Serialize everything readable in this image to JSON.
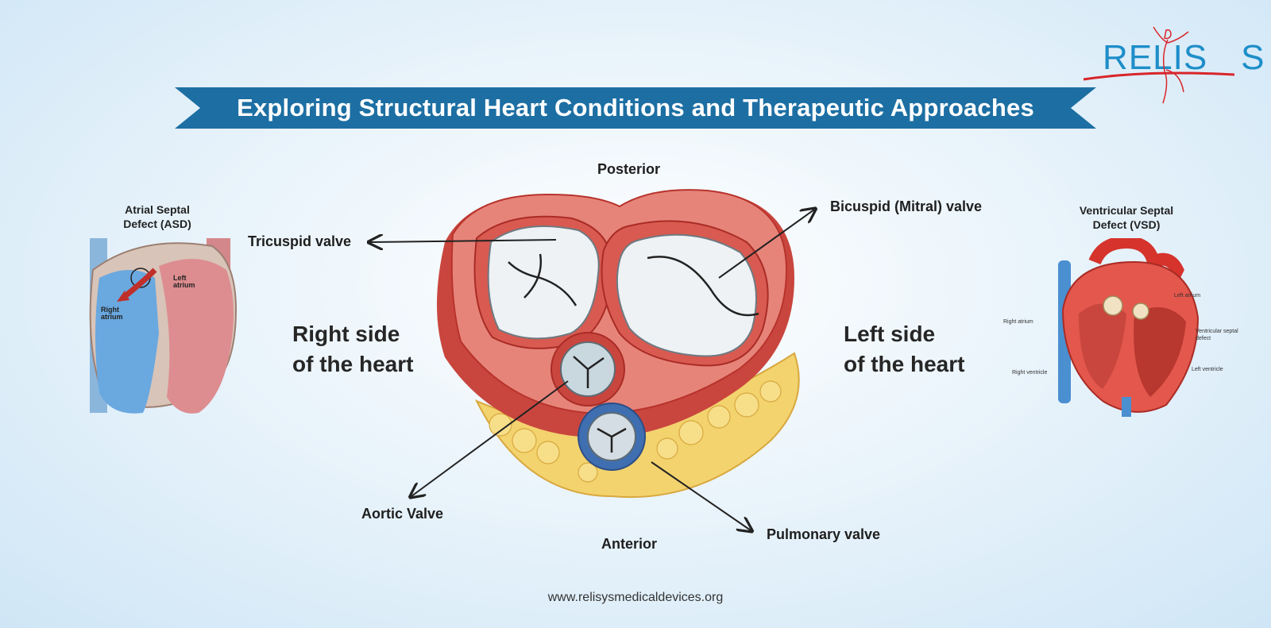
{
  "title": "Exploring Structural Heart Conditions and Therapeutic Approaches",
  "logo": {
    "text_left": "RELIS",
    "text_right": "S",
    "color": "#1e8ec9",
    "accent": "#d9252a"
  },
  "banner_color": "#1d6fa3",
  "orientation": {
    "posterior": "Posterior",
    "anterior": "Anterior"
  },
  "sides": {
    "right": [
      "Right side",
      "of the heart"
    ],
    "left": [
      "Left side",
      "of the heart"
    ]
  },
  "valves": {
    "tricuspid": "Tricuspid valve",
    "mitral": "Bicuspid (Mitral) valve",
    "aortic": "Aortic Valve",
    "pulmonary": "Pulmonary valve"
  },
  "asd": {
    "title": [
      "Atrial Septal",
      "Defect (ASD)"
    ],
    "left_atrium": [
      "Left",
      "atrium"
    ],
    "right_atrium": [
      "Right",
      "atrium"
    ]
  },
  "vsd": {
    "title": [
      "Ventricular Septal",
      "Defect (VSD)"
    ],
    "left_atrium": "Left atrium",
    "right_atrium": "Right atrium",
    "vsd_label": [
      "Ventricular septal",
      "defect"
    ],
    "right_ventricle": "Right ventricle",
    "left_ventricle": "Left ventricle"
  },
  "website": "www.relisysmedicaldevices.org"
}
